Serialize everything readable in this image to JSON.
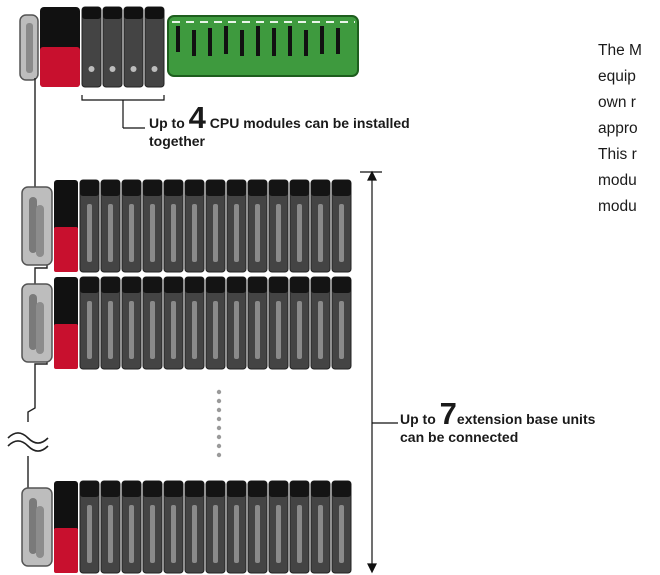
{
  "description_lines": [
    "The M",
    "equip",
    "own r",
    "appro",
    "This r",
    "modu",
    "modu"
  ],
  "cpu_callout": {
    "prefix": "Up to",
    "number": "4",
    "suffix": "CPU modules can be installed",
    "line2": "together"
  },
  "extension_callout": {
    "prefix": "Up to",
    "number": "7",
    "suffix": "extension base units",
    "line2": "can be connected"
  },
  "colors": {
    "power_module": "#c8102e",
    "module_dark": "#3f3f3f",
    "module_top": "#111111",
    "io_green": "#3e9a3e",
    "connector_gray": "#9a9a9a"
  }
}
